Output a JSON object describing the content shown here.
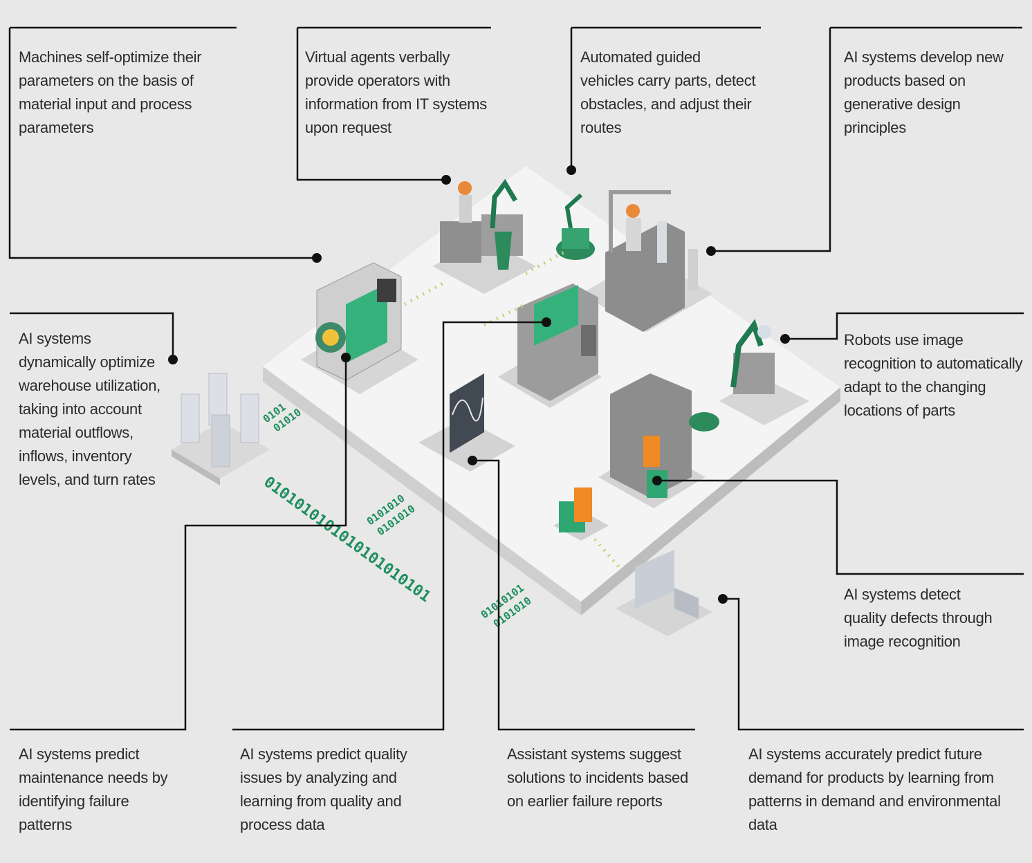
{
  "callouts": {
    "self_optimize": "Machines self-optimize their parameters on the basis of material input and process parameters",
    "virtual_agents": "Virtual agents verbally provide operators with information from IT systems upon request",
    "agv": "Automated guided vehicles carry parts, detect obstacles, and adjust their routes",
    "generative_design": "AI systems develop new products based on generative design principles",
    "warehouse": "AI systems dynamically optimize warehouse utilization, taking into account material outflows, inflows, inventory levels, and turn rates",
    "robots_image": "Robots use image recognition to automatically adapt to the changing locations of parts",
    "quality_defects": "AI systems detect quality defects through image recognition",
    "predict_maintenance": "AI systems predict maintenance needs by identifying failure patterns",
    "predict_quality": "AI systems predict quality issues by analyzing and learning from quality and process data",
    "assistant": "Assistant systems suggest solutions to incidents based on earlier failure reports",
    "demand": "AI systems accurately predict future demand for products by learning from patterns in demand and environmental data"
  },
  "binary_streams": {
    "main": "0101010101010101010101",
    "short_a": "0101",
    "short_b": "01010",
    "short_c": "0101010",
    "short_d": "01010101"
  },
  "colors": {
    "accent_green": "#1f8f5f",
    "machine_green": "#2fb07a",
    "orange": "#f08a24",
    "line": "#111111"
  }
}
